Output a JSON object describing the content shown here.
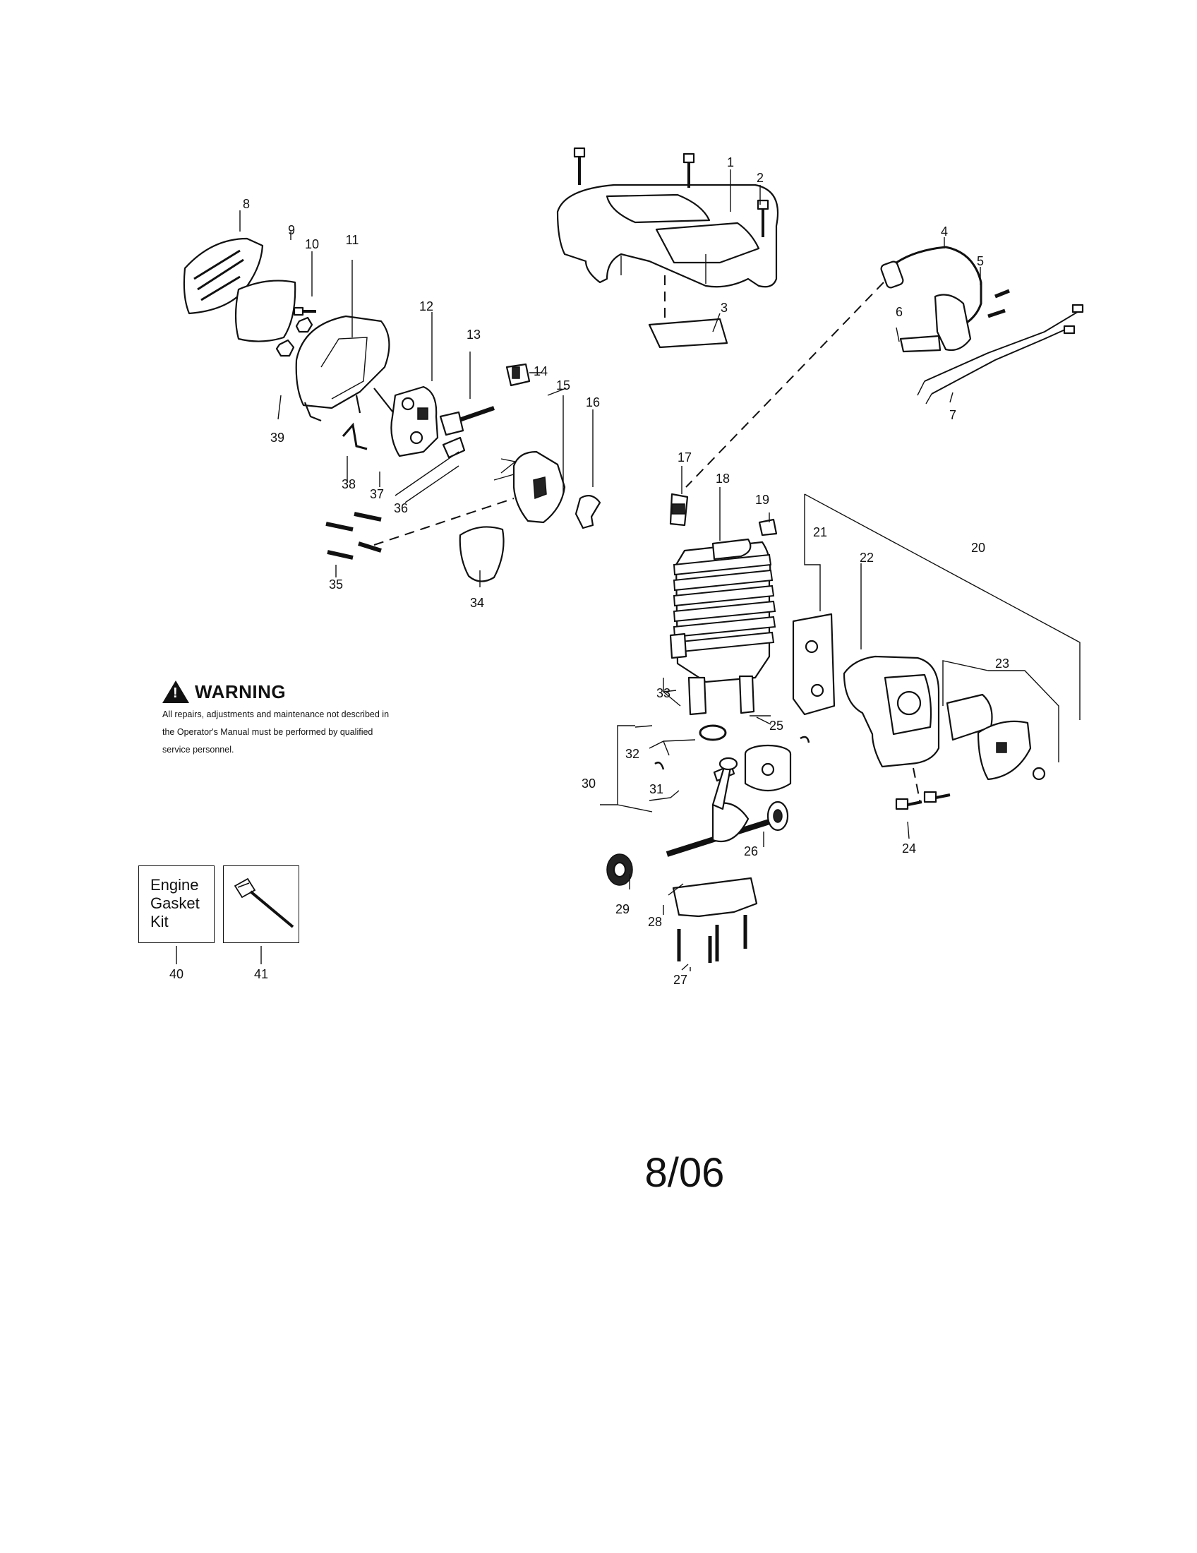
{
  "parts": {
    "p1": "1",
    "p2": "2",
    "p3": "3",
    "p4": "4",
    "p5": "5",
    "p6": "6",
    "p7": "7",
    "p8": "8",
    "p9": "9",
    "p10": "10",
    "p11": "11",
    "p12": "12",
    "p13": "13",
    "p14": "14",
    "p15": "15",
    "p16": "16",
    "p17": "17",
    "p18": "18",
    "p19": "19",
    "p20": "20",
    "p21": "21",
    "p22": "22",
    "p23": "23",
    "p24": "24",
    "p25": "25",
    "p26": "26",
    "p27": "27",
    "p28": "28",
    "p29": "29",
    "p30": "30",
    "p31": "31",
    "p32": "32",
    "p33": "33",
    "p34": "34",
    "p35": "35",
    "p36": "36",
    "p37": "37",
    "p38": "38",
    "p39": "39",
    "p40": "40",
    "p41": "41"
  },
  "warning": {
    "title": "WARNING",
    "text": "All repairs, adjustments and maintenance not described in the Operator's Manual must be performed by qualified  service personnel."
  },
  "kit": {
    "label": "Engine\nGasket\nKit"
  },
  "date": "8/06"
}
